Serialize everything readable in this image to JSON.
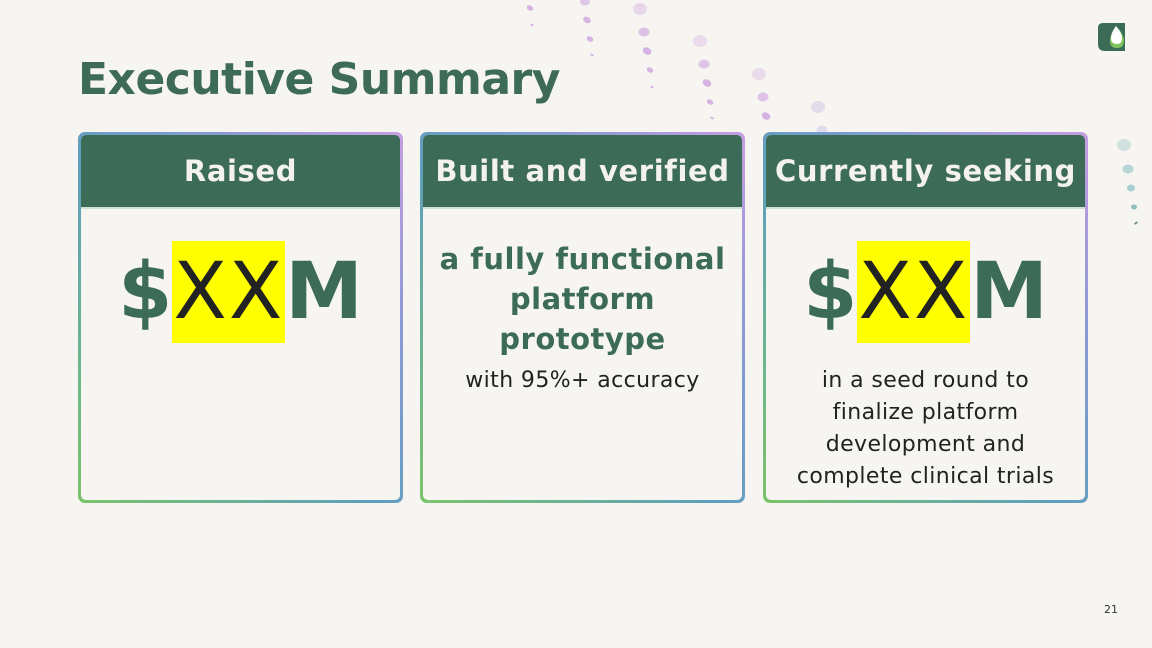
{
  "slide": {
    "title": "Executive Summary",
    "page_number": "21",
    "logo_icon": "leaf-drop-logo-icon",
    "colors": {
      "primary": "#3c6b58",
      "background": "#f6f5f1",
      "highlight": "#ffff00",
      "border_gradient": [
        "#c79ee0",
        "#5f9fbd",
        "#7bc46a"
      ]
    }
  },
  "cards": [
    {
      "header": "Raised",
      "amount_prefix": "$",
      "amount_placeholder": "XX",
      "amount_suffix": "M"
    },
    {
      "header": "Built and verified",
      "headline": "a fully functional platform prototype",
      "subtext": "with 95%+ accuracy"
    },
    {
      "header": "Currently seeking",
      "amount_prefix": "$",
      "amount_placeholder": "XX",
      "amount_suffix": "M",
      "subtext": "in a seed round to finalize platform development and complete clinical trials"
    }
  ]
}
